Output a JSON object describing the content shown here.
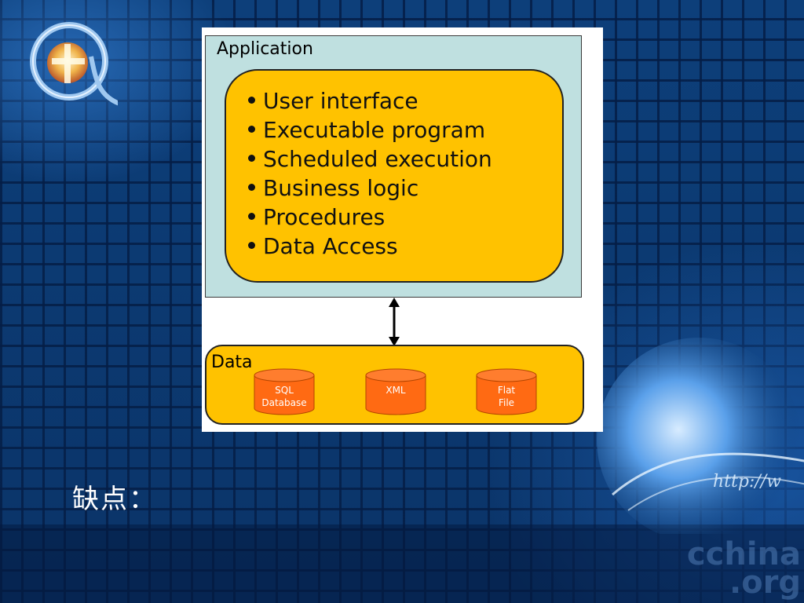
{
  "diagram": {
    "application_box": {
      "title": "Application",
      "items": [
        "User interface",
        "Executable program",
        "Scheduled execution",
        "Business logic",
        "Procedures",
        "Data Access"
      ]
    },
    "data_box": {
      "title": "Data",
      "stores": [
        {
          "lines": [
            "SQL",
            "Database"
          ]
        },
        {
          "lines": [
            "XML",
            ""
          ]
        },
        {
          "lines": [
            "Flat",
            "File"
          ]
        }
      ]
    },
    "colors": {
      "application_bg": "#bfe0e0",
      "inner_fill": "#ffc200",
      "store_fill": "#ff6a13"
    }
  },
  "slide": {
    "caption": "缺点："
  },
  "decor": {
    "logo_icon": "at-sign-logo-icon",
    "globe_icon": "globe-http-icon",
    "watermark": "cchina .org"
  }
}
